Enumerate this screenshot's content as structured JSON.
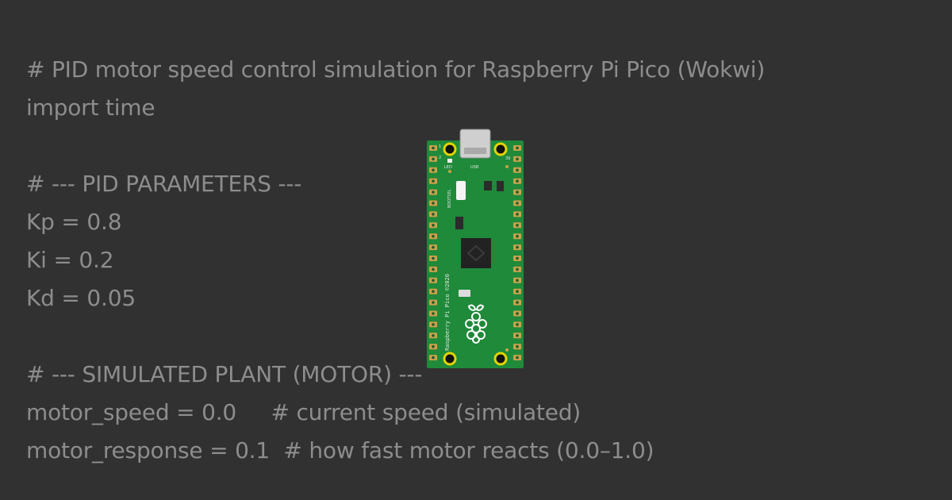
{
  "editor": {
    "lines": [
      "# PID motor speed control simulation for Raspberry Pi Pico (Wokwi)",
      "import time",
      "",
      "# --- PID PARAMETERS ---",
      "Kp = 0.8",
      "Ki = 0.2",
      "Kd = 0.05",
      "",
      "# --- SIMULATED PLANT (MOTOR) ---",
      "motor_speed = 0.0     # current speed (simulated)",
      "motor_response = 0.1  # how fast motor reacts (0.0–1.0)"
    ]
  },
  "board": {
    "pin_top_left": "1",
    "pin_second_left": "2",
    "pin_top_right": "39",
    "led_label": "LED",
    "usb_label": "USB",
    "bootsel_label": "BOOTSEL",
    "brand_text": "Raspberry Pi Pico ©2020",
    "board_color": "#1f8a3a",
    "pad_color": "#c9a24a",
    "mount_hole_color": "#e3d400"
  }
}
